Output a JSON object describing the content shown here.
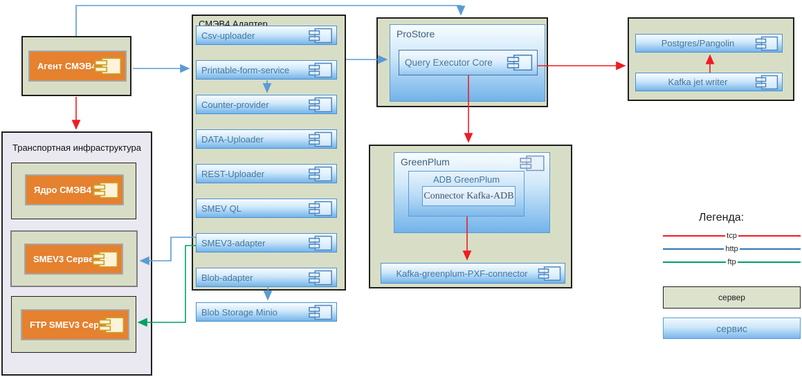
{
  "agent": {
    "label": "Агент СМЭВ4"
  },
  "transport": {
    "title": "Транспортная инфраструктура",
    "servers": [
      "Ядро СМЭВ4",
      "SMEV3 Сервер",
      "FTP SMEV3 Сервер"
    ]
  },
  "adapter": {
    "title": "СМЭВ4 Адаптер",
    "services": [
      "Csv-uploader",
      "Printable-form-service",
      "Counter-provider",
      "DATA-Uploader",
      "REST-Uploader",
      "SMEV QL",
      "SMEV3-adapter",
      "Blob-adapter"
    ]
  },
  "blob_storage": {
    "label": "Blob Storage Minio"
  },
  "prostore": {
    "title": "ProStore",
    "core_label": "Query Executor Core"
  },
  "greenplum": {
    "title": "GreenPlum",
    "adb_label": "ADB GreenPlum",
    "connector_label": "Connector Kafka-ADB",
    "pxf_label": "Kafka-greenplum-PXF-connector"
  },
  "storage_group": {
    "postgres_label": "Postgres/Pangolin",
    "kafka_writer_label": "Kafka jet writer"
  },
  "legend": {
    "title": "Легенда:",
    "protocols": [
      {
        "label": "tcp",
        "color": "#ed1c24"
      },
      {
        "label": "http",
        "color": "#2e75b6"
      },
      {
        "label": "ftp",
        "color": "#00a160"
      }
    ],
    "server_label": "сервер",
    "service_label": "сервис"
  },
  "colors": {
    "server_container": "#d8dec6",
    "transport_container": "#eae8f1",
    "server_component": "#e5812f",
    "service_border": "#4a90d0",
    "arrow_tcp": "#ed1c24",
    "arrow_http": "#5b9bd5",
    "arrow_ftp": "#00a160"
  },
  "connections": [
    {
      "from": "Агент СМЭВ4",
      "to": "ProStore",
      "protocol": "http"
    },
    {
      "from": "Агент СМЭВ4",
      "to": "СМЭВ4 Адаптер",
      "protocol": "http"
    },
    {
      "from": "Агент СМЭВ4",
      "to": "Транспортная инфраструктура",
      "protocol": "tcp"
    },
    {
      "from": "Printable-form-service",
      "to": "Counter-provider",
      "protocol": "http"
    },
    {
      "from": "СМЭВ4 Адаптер",
      "to": "ProStore",
      "protocol": "http"
    },
    {
      "from": "SMEV3-adapter",
      "to": "SMEV3 Сервер",
      "protocol": "http"
    },
    {
      "from": "SMEV3-adapter",
      "to": "FTP SMEV3 Сервер",
      "protocol": "ftp"
    },
    {
      "from": "Blob-adapter",
      "to": "Blob Storage Minio",
      "protocol": "http"
    },
    {
      "from": "Query Executor Core",
      "to": "Postgres/Pangolin",
      "protocol": "tcp"
    },
    {
      "from": "Query Executor Core",
      "to": "GreenPlum",
      "protocol": "tcp"
    },
    {
      "from": "ADB GreenPlum",
      "to": "Kafka-greenplum-PXF-connector",
      "protocol": "tcp"
    },
    {
      "from": "Kafka jet writer",
      "to": "Postgres/Pangolin",
      "protocol": "tcp"
    }
  ]
}
